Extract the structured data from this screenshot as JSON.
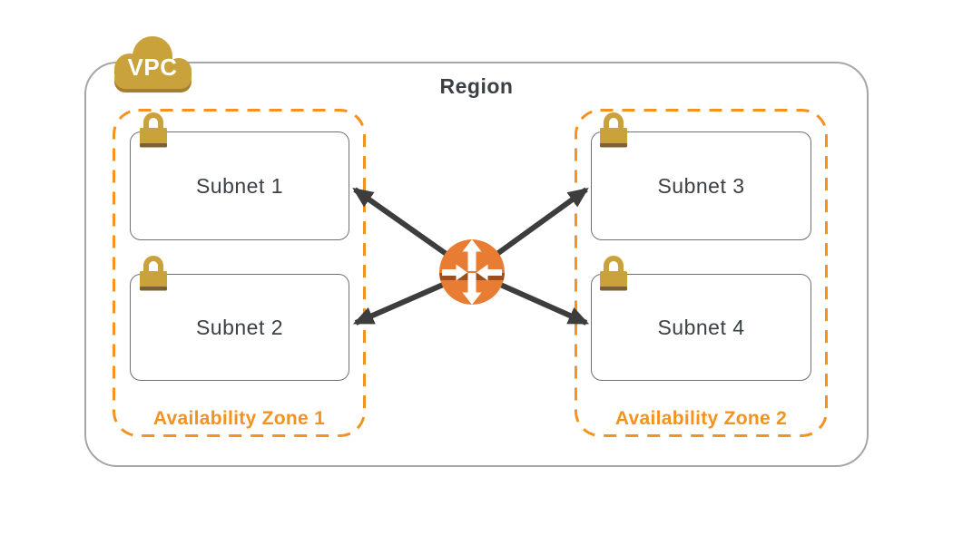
{
  "region": {
    "label": "Region"
  },
  "vpc": {
    "label": "VPC"
  },
  "zones": [
    {
      "label": "Availability Zone 1",
      "subnets": [
        {
          "label": "Subnet 1"
        },
        {
          "label": "Subnet 2"
        }
      ]
    },
    {
      "label": "Availability Zone 2",
      "subnets": [
        {
          "label": "Subnet 3"
        },
        {
          "label": "Subnet 4"
        }
      ]
    }
  ],
  "icons": {
    "vpc": "cloud-icon",
    "subnet_security": "lock-icon",
    "center": "router-icon",
    "connections": "arrow-line"
  },
  "colors": {
    "accent_orange": "#F5921E",
    "router_orange": "#E87C33",
    "router_shadow": "#9C4F1E",
    "gold": "#C9A23C",
    "gold_shadow": "#A5802B",
    "region_border": "#A6A6A6",
    "subnet_border": "#707070",
    "text_dark": "#3B4045",
    "arrow": "#3D3D3D",
    "background": "#FFFFFF"
  }
}
